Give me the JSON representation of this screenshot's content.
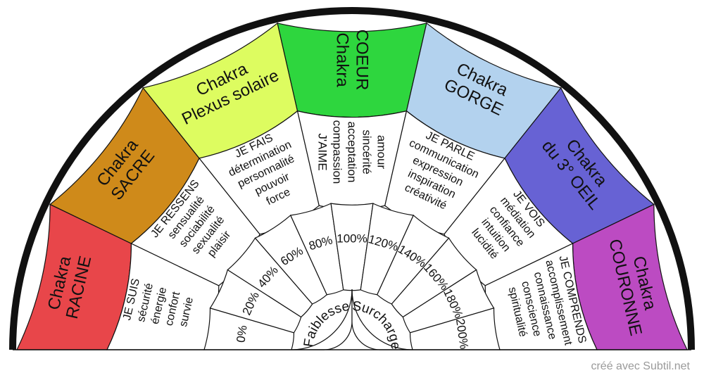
{
  "chakras": [
    {
      "name_lines": [
        "Chakra",
        "RACINE"
      ],
      "color": "#e8464a",
      "verb": "JE SUIS",
      "qualities": [
        "sécurité",
        "énergie",
        "confort",
        "survie"
      ]
    },
    {
      "name_lines": [
        "Chakra",
        "SACRE"
      ],
      "color": "#cf8a1a",
      "verb": "JE RESSENS",
      "qualities": [
        "sensualité",
        "sociabilité",
        "sexualité",
        "plaisir"
      ]
    },
    {
      "name_lines": [
        "Chakra",
        "Plexus solaire"
      ],
      "color": "#ddfc60",
      "verb": "JE FAIS",
      "qualities": [
        "détermination",
        "personnalité",
        "pouvoir",
        "force"
      ]
    },
    {
      "name_lines": [
        "Chakra",
        "COEUR"
      ],
      "color": "#2ed63e",
      "verb": "J'AIME",
      "qualities": [
        "compassion",
        "acceptation",
        "sincérité",
        "amour"
      ]
    },
    {
      "name_lines": [
        "Chakra",
        "GORGE"
      ],
      "color": "#b3d2ee",
      "verb": "JE PARLE",
      "qualities": [
        "communication",
        "expression",
        "inspiration",
        "créativité"
      ]
    },
    {
      "name_lines": [
        "Chakra",
        "du 3° OEIL"
      ],
      "color": "#6762d4",
      "verb": "JE VOIS",
      "qualities": [
        "médiation",
        "confiance",
        "intuition",
        "lucidité"
      ]
    },
    {
      "name_lines": [
        "Chakra",
        "COURONNE"
      ],
      "color": "#bc4bc2",
      "verb": "JE COMPRENDS",
      "qualities": [
        "accomplissement",
        "connaissance",
        "conscience",
        "spiritualité"
      ]
    }
  ],
  "percent_scale": [
    "0%",
    "20%",
    "40%",
    "60%",
    "80%",
    "100%",
    "120%",
    "140%",
    "160%",
    "180%",
    "200%"
  ],
  "inner_labels": {
    "left": "Faiblesse",
    "right": "Surcharge"
  },
  "credit": "créé avec Subtil.net",
  "colors": {
    "outline": "#111111",
    "rim": "#111111",
    "background": "#ffffff"
  }
}
